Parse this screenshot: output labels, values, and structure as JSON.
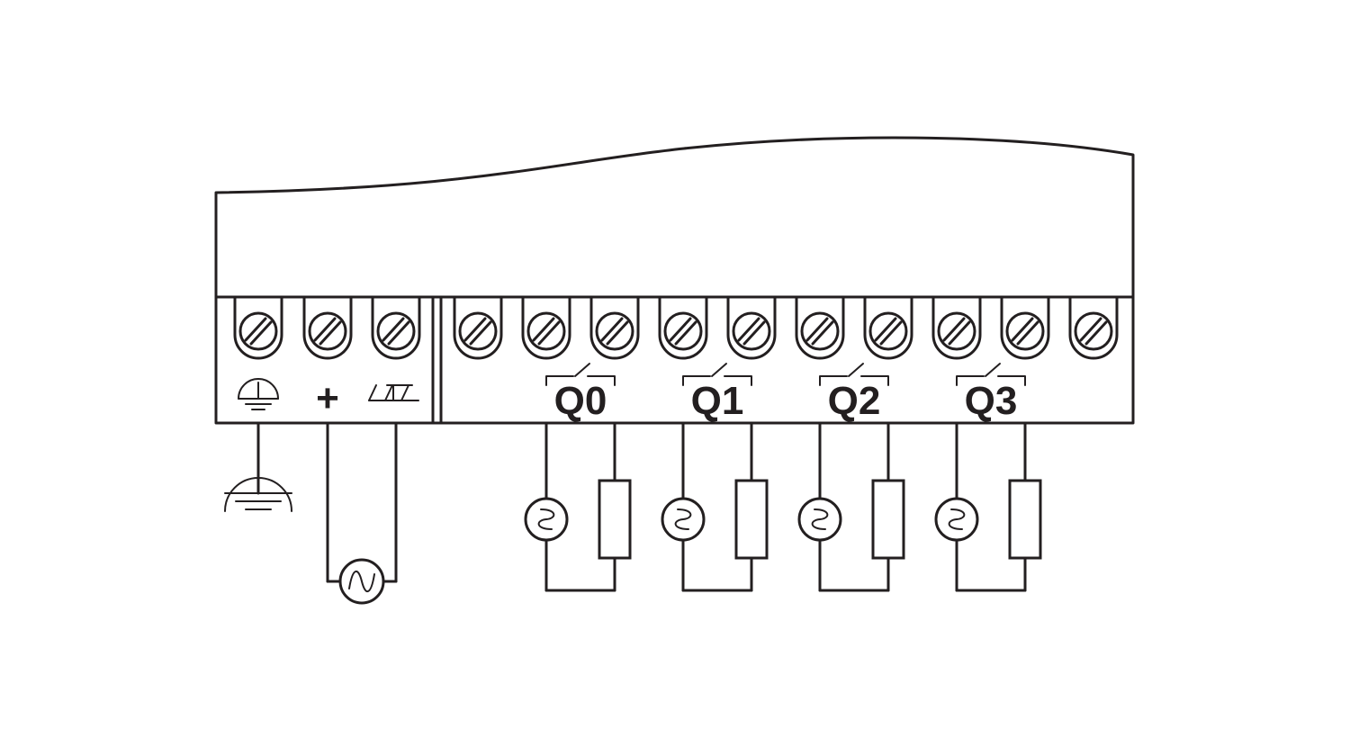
{
  "terminals": {
    "power": [
      "protective-earth",
      "plus",
      "functional-earth"
    ],
    "output_count": 10
  },
  "symbols": {
    "plus": "+"
  },
  "outputs": [
    {
      "label": "Q0"
    },
    {
      "label": "Q1"
    },
    {
      "label": "Q2"
    },
    {
      "label": "Q3"
    }
  ],
  "supply": {
    "type": "ac-source-icon"
  },
  "loads": {
    "source": "ac-source-icon",
    "load": "resistor-icon"
  },
  "colors": {
    "line": "#231f20",
    "background": "#ffffff"
  }
}
